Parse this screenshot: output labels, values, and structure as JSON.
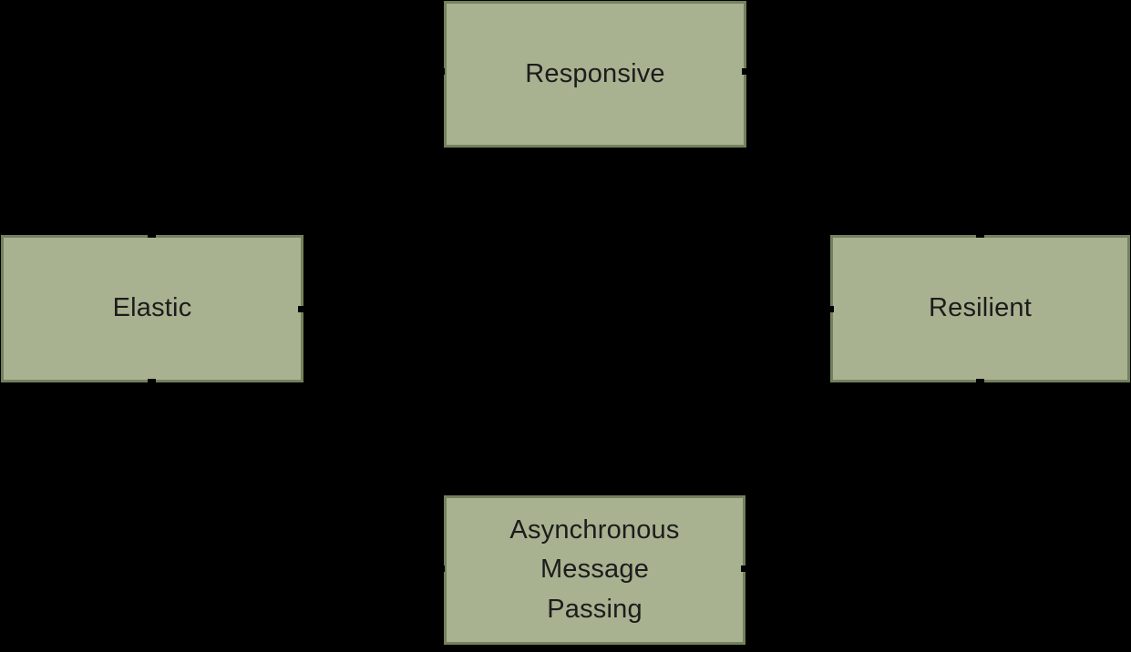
{
  "style": {
    "canvas_background": "#000000",
    "node_fill": "#a8b290",
    "node_border": "#73815d",
    "text_color": "#1c1c1c"
  },
  "diagram": {
    "nodes": {
      "responsive": {
        "label": "Responsive"
      },
      "elastic": {
        "label": "Elastic"
      },
      "resilient": {
        "label": "Resilient"
      },
      "async": {
        "label": "Asynchronous Message Passing",
        "lines": [
          "Asynchronous",
          "Message",
          "Passing"
        ]
      }
    }
  }
}
